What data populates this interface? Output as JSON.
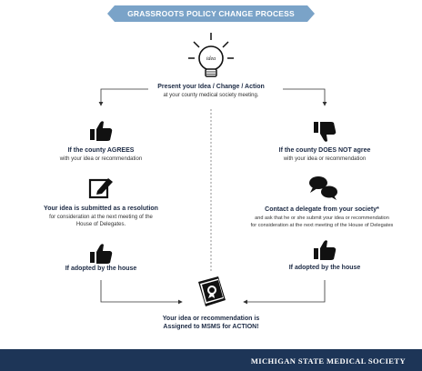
{
  "title": "GRASSROOTS POLICY CHANGE PROCESS",
  "start": {
    "headline": "Present your Idea / Change / Action",
    "sub": "at your county medical society meeting.",
    "icon": "lightbulb-idea-icon",
    "icon_text": "idea"
  },
  "left": {
    "agree_headline": "If the county AGREES",
    "agree_sub": "with your idea or recommendation",
    "resolution_headline": "Your idea is submitted as a resolution",
    "resolution_sub1": "for consideration at the next meeting of the",
    "resolution_sub2": "House of Delegates.",
    "adopted": "If adopted by the house"
  },
  "right": {
    "disagree_headline": "If the county DOES NOT agree",
    "disagree_sub": "with your idea or recommendation",
    "delegate_headline": "Contact a delegate from your society*",
    "delegate_sub1": "and ask that he or she submit your idea or recommendation",
    "delegate_sub2": "for consideration at the next meeting of the House of Delegates",
    "adopted": "If adopted by the house"
  },
  "end": {
    "line1": "Your idea or recommendation is",
    "line2": "Assigned to MSMS for ACTION!"
  },
  "footer": "MICHIGAN STATE MEDICAL SOCIETY",
  "colors": {
    "banner": "#7aa3c8",
    "footer": "#1d3557",
    "icon": "#111111"
  }
}
